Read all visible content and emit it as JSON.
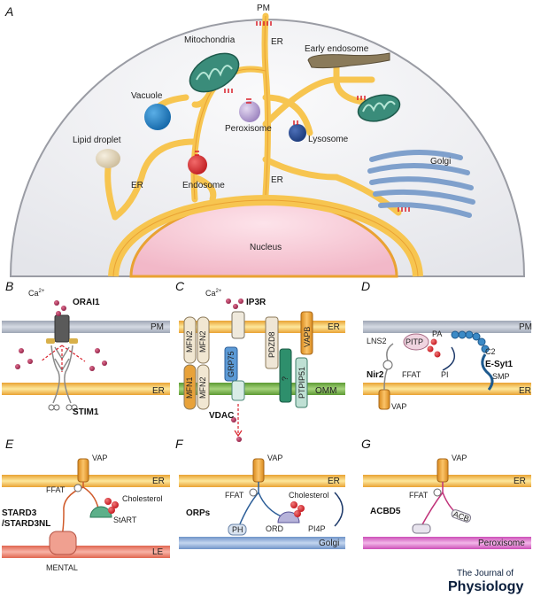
{
  "panels": {
    "a": "A",
    "b": "B",
    "c": "C",
    "d": "D",
    "e": "E",
    "f": "F",
    "g": "G"
  },
  "panel_a": {
    "pm": "PM",
    "er_top": "ER",
    "mitochondria": "Mitochondria",
    "early_endosome": "Early endosome",
    "vacuole": "Vacuole",
    "peroxisome": "Peroxisome",
    "lysosome": "Lysosome",
    "lipid_droplet": "Lipid droplet",
    "golgi": "Golgi",
    "endosome": "Endosome",
    "er_left": "ER",
    "er_mid": "ER",
    "nucleus": "Nucleus"
  },
  "panel_b": {
    "ca": "Ca",
    "ca_sup": "2+",
    "orai1": "ORAI1",
    "pm": "PM",
    "er": "ER",
    "stim1": "STIM1"
  },
  "panel_c": {
    "ca": "Ca",
    "ca_sup": "2+",
    "ip3r": "IP3R",
    "er": "ER",
    "omm": "OMM",
    "vdac": "VDAC",
    "mfn2_a": "MFN2",
    "mfn2_b": "MFN2",
    "mfn1": "MFN1",
    "mfn2_c": "MFN2",
    "grp75": "GRP75",
    "pdzd8": "PDZD8",
    "q": "?",
    "ptpip51": "PTPIP51",
    "vapb": "VAPB"
  },
  "panel_d": {
    "pm": "PM",
    "er": "ER",
    "lns2": "LNS2",
    "pa": "PA",
    "pitp": "PITP",
    "c2": "C2",
    "esyt1": "E-Syt1",
    "nir2": "Nir2",
    "ffat": "FFAT",
    "pi": "PI",
    "smp": "SMP",
    "vap": "VAP"
  },
  "panel_e": {
    "vap": "VAP",
    "er": "ER",
    "ffat": "FFAT",
    "cholesterol": "Cholesterol",
    "stard3": "STARD3",
    "stard3nl": "/STARD3NL",
    "start": "StART",
    "le": "LE",
    "mental": "MENTAL"
  },
  "panel_f": {
    "vap": "VAP",
    "er": "ER",
    "ffat": "FFAT",
    "cholesterol": "Cholesterol",
    "orps": "ORPs",
    "ord": "ORD",
    "pi4p": "PI4P",
    "ph": "PH",
    "golgi": "Golgi"
  },
  "panel_g": {
    "vap": "VAP",
    "er": "ER",
    "ffat": "FFAT",
    "acbd5": "ACBD5",
    "acb": "ACB",
    "peroxisome": "Peroxisome"
  },
  "logo": {
    "line1": "The Journal of",
    "line2": "Physiology"
  },
  "colors": {
    "er": "#f7c550",
    "er_edge": "#e9a233",
    "pm": "#b8bfcc",
    "omm": "#78b04a",
    "le": "#f08a7a",
    "golgi_band": "#8fb2dd",
    "perox_band": "#e27ad0",
    "tether": "#d9202a",
    "cargo": "#c0334a"
  }
}
